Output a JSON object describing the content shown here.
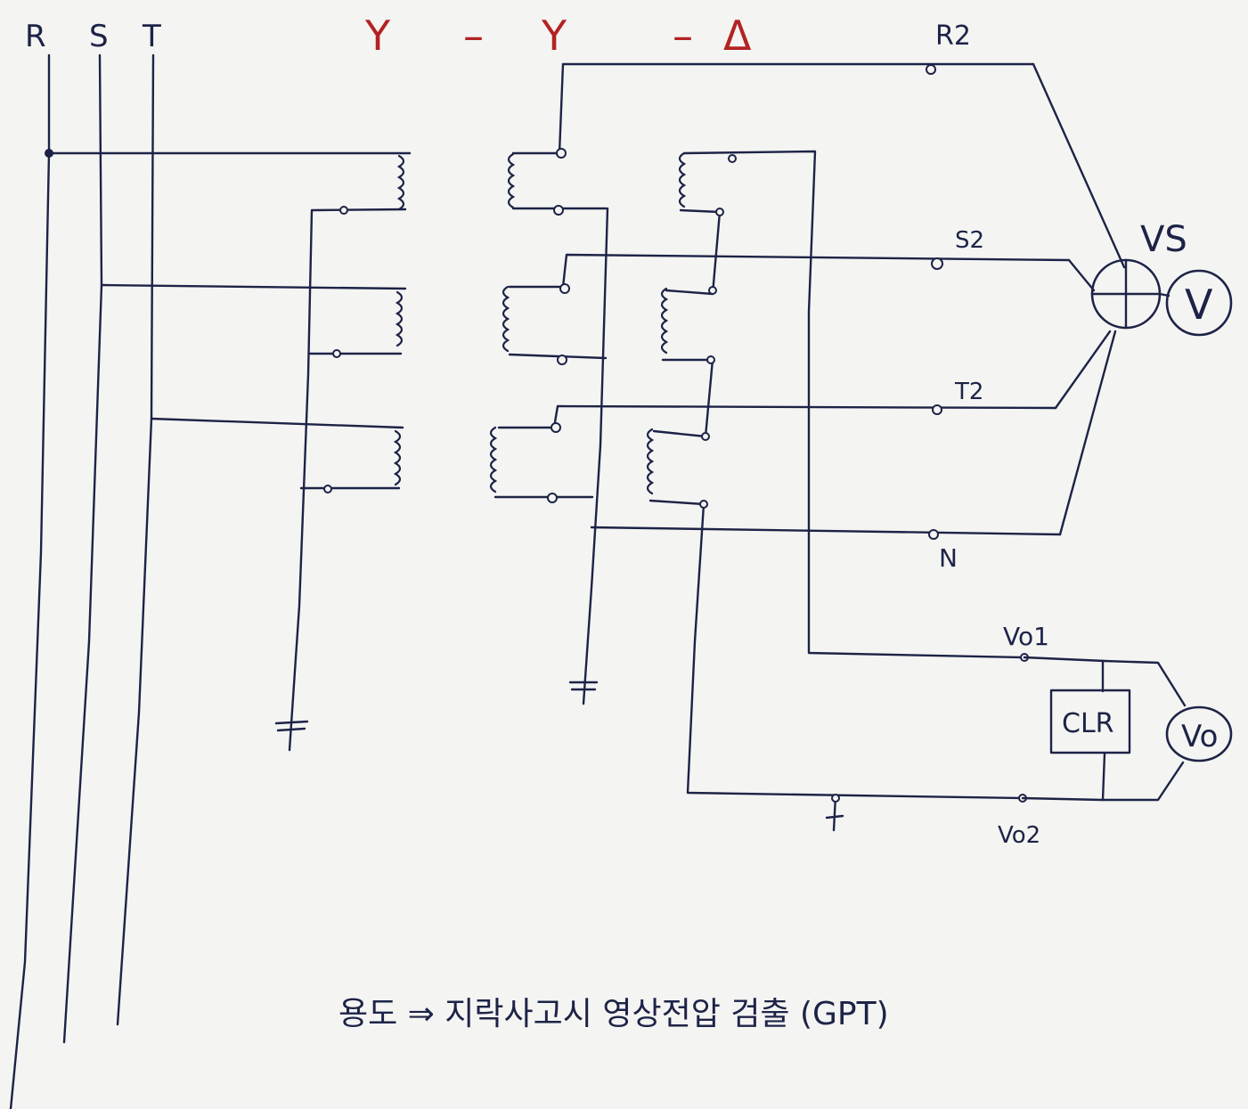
{
  "diagram": {
    "bus_labels": {
      "r": "R",
      "s": "S",
      "t": "T"
    },
    "connection_title": {
      "part1": "Y",
      "sep1": "–",
      "part2": "Y",
      "sep2": "–",
      "part3": "Δ"
    },
    "terminals": {
      "r2": "R2",
      "s2": "S2",
      "t2": "T2",
      "n": "N",
      "vo1": "Vo1",
      "vo2": "Vo2"
    },
    "devices": {
      "voltmeter_switch": "VS",
      "voltmeter": "V",
      "zero_phase_voltmeter": "Vo",
      "resistor": "CLR"
    },
    "caption": "용도 ⇒ 지락사고시 영상전압 검출 (GPT)"
  },
  "colors": {
    "ink": "#1d2347",
    "title_red": "#b32222",
    "paper": "#f4f4f2"
  }
}
